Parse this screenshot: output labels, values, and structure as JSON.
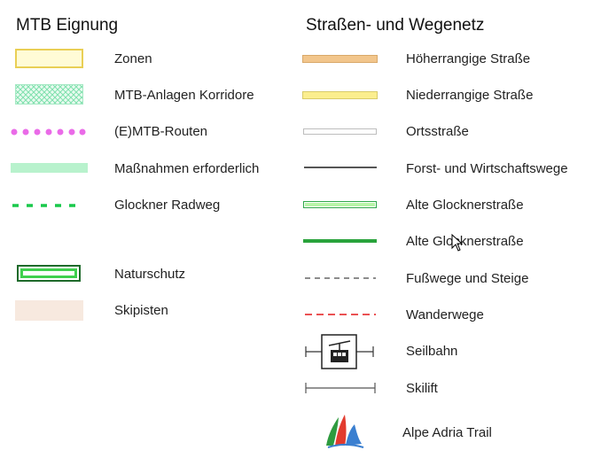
{
  "left_column": {
    "title": "MTB Eignung",
    "items": [
      {
        "label": "Zonen",
        "symbol": "pale-yellow-filled-box"
      },
      {
        "label": "MTB-Anlagen Korridore",
        "symbol": "green-crosshatch-box"
      },
      {
        "label": "(E)MTB-Routen",
        "symbol": "magenta-dotted-line"
      },
      {
        "label": "Maßnahmen erforderlich",
        "symbol": "light-green-band"
      },
      {
        "label": "Glockner Radweg",
        "symbol": "green-dashed-line"
      },
      {
        "label": "Naturschutz",
        "symbol": "green-double-outline-box"
      },
      {
        "label": "Skipisten",
        "symbol": "beige-filled-box"
      }
    ]
  },
  "right_column": {
    "title": "Straßen- und Wegenetz",
    "items": [
      {
        "label": "Höherrangige Straße",
        "symbol": "orange-road-band"
      },
      {
        "label": "Niederrangige Straße",
        "symbol": "yellow-road-band"
      },
      {
        "label": "Ortsstraße",
        "symbol": "white-road-band"
      },
      {
        "label": "Forst- und Wirtschaftswege",
        "symbol": "grey-solid-line"
      },
      {
        "label": "Alte Glocknerstraße",
        "symbol": "light-green-outlined-band"
      },
      {
        "label": "Alte Glocknerstraße",
        "symbol": "dark-green-solid-line"
      },
      {
        "label": "Fußwege und Steige",
        "symbol": "grey-dashed-line"
      },
      {
        "label": "Wanderwege",
        "symbol": "red-dashed-line"
      },
      {
        "label": "Seilbahn",
        "symbol": "cable-car-icon"
      },
      {
        "label": "Skilift",
        "symbol": "ski-lift-line"
      },
      {
        "label": "Alpe Adria Trail",
        "symbol": "alpe-adria-trail-logo"
      }
    ]
  },
  "colors": {
    "zone_fill": "#fffbd6",
    "zone_border": "#e9cf55",
    "corridor_green": "#7fe0ad",
    "route_magenta": "#ea6be8",
    "measure_green": "#b8f2cd",
    "radweg_green": "#19c94b",
    "nature_green": "#2ea84a",
    "ski_piste": "#f7e9df",
    "major_road": "#f2c68c",
    "minor_road": "#fbee8e",
    "forest_road": "#555555",
    "old_road_light": "#b8f5a9",
    "old_road_dark": "#2aa33c",
    "footpath": "#666666",
    "hiking": "#e8393b"
  }
}
